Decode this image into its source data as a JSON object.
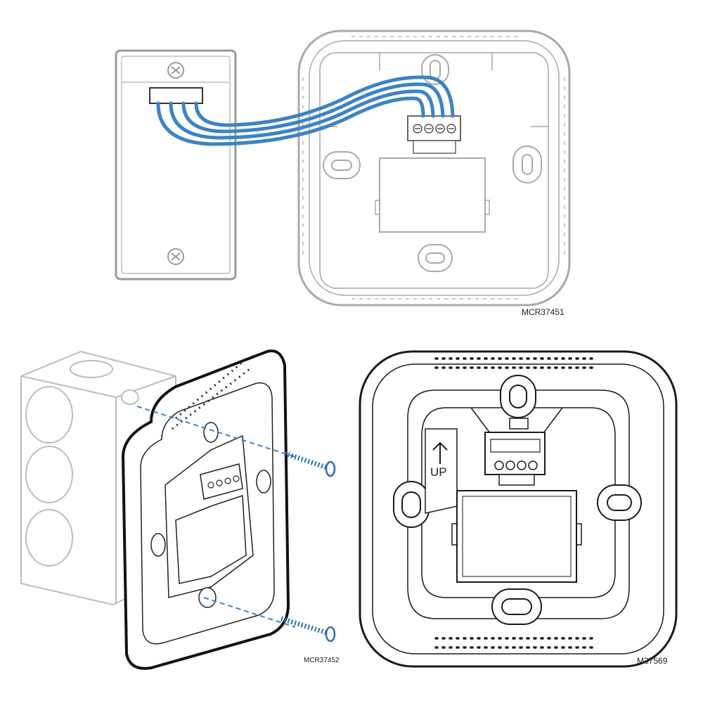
{
  "colors": {
    "wire": "#3c83c4",
    "line_light": "#a9a9a9",
    "line_dark": "#1a1a1a",
    "screw": "#2f6fb3"
  },
  "figures": {
    "top": {
      "code": "MCR37451"
    },
    "bottom_left": {
      "code": "MCR37452"
    },
    "bottom_right": {
      "code": "M37569",
      "arrow_label": "UP"
    }
  },
  "icons": [
    "screw-icon",
    "wire-bundle",
    "terminal-block",
    "up-arrow-icon",
    "mounting-screw-icon"
  ]
}
